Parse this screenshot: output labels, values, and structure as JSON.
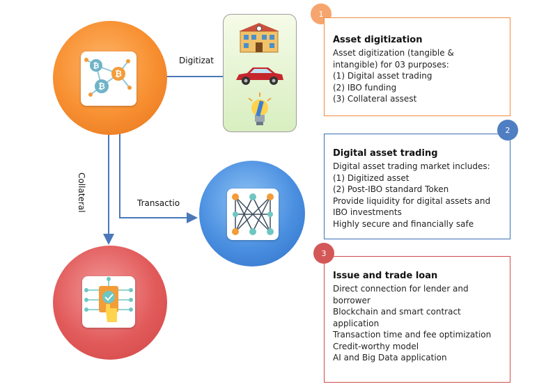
{
  "colors": {
    "orange": "#f78f30",
    "blue": "#4a8fe0",
    "red": "#e25b5b",
    "connector": "#4a78b8",
    "panel_orange": "#f08a3c",
    "panel_blue": "#3a6eb8",
    "panel_red": "#d14a4a"
  },
  "connectors": {
    "digitize": "Digitizat",
    "transaction": "Transactio",
    "collateral": "Collateral"
  },
  "asset_icons": [
    "building-icon",
    "car-icon",
    "lightbulb-icon"
  ],
  "panels": [
    {
      "badge": "1",
      "title": "Asset digitization",
      "lines": [
        "Asset digitization (tangible &",
        "intangible) for 03 purposes:",
        "(1) Digital asset trading",
        "(2) IBO funding",
        "(3) Collateral assest"
      ]
    },
    {
      "badge": "2",
      "title": "Digital asset trading",
      "lines": [
        "Digital asset trading market includes:",
        "(1) Digitized asset",
        "(2) Post-IBO standard Token",
        "Provide liquidity for digital assets and",
        "IBO investments",
        "Highly secure and financially safe"
      ]
    },
    {
      "badge": "3",
      "title": "Issue and trade loan",
      "lines": [
        "Direct connection for lender and borrower",
        "Blockchain and smart contract application",
        "Transaction time and fee optimization",
        "Credit-worthy model",
        "AI and Big Data application"
      ]
    }
  ]
}
